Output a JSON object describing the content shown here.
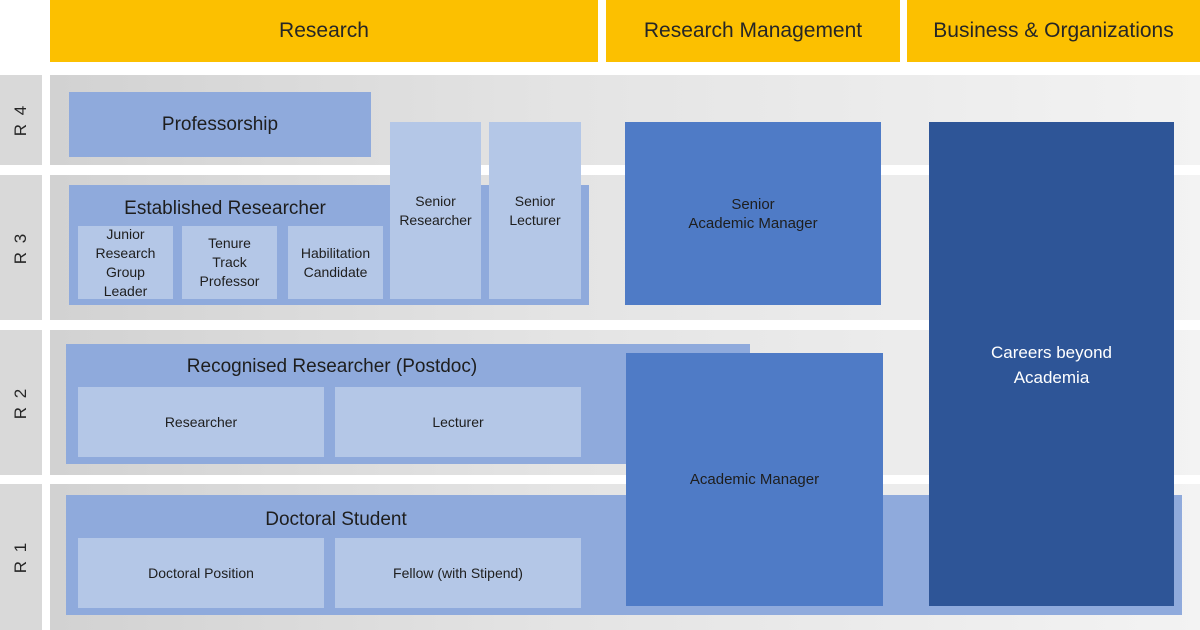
{
  "columns": {
    "research": "Research",
    "research_management": "Research Management",
    "business": "Business & Organizations"
  },
  "rows": {
    "r4": "R 4",
    "r3": "R 3",
    "r2": "R 2",
    "r1": "R 1"
  },
  "research": {
    "professorship": "Professorship",
    "established_researcher": "Established Researcher",
    "junior_group_leader": "Junior\nResearch\nGroup\nLeader",
    "tenure_track": "Tenure\nTrack\nProfessor",
    "habilitation": "Habilitation\nCandidate",
    "senior_researcher": "Senior\nResearcher",
    "senior_lecturer": "Senior\nLecturer",
    "recognised_researcher": "Recognised Researcher (Postdoc)",
    "researcher": "Researcher",
    "lecturer": "Lecturer",
    "doctoral_student": "Doctoral Student",
    "doctoral_position": "Doctoral Position",
    "fellow": "Fellow (with Stipend)"
  },
  "management": {
    "senior_academic_manager": "Senior\nAcademic Manager",
    "academic_manager": "Academic Manager"
  },
  "business": {
    "careers_beyond": "Careers beyond\nAcademia"
  },
  "colors": {
    "header_yellow": "#fcc000",
    "row_label_gray": "#d9d9d9",
    "mid_blue": "#8faadc",
    "light_blue": "#b4c7e7",
    "blue": "#4f7bc6",
    "dark_blue": "#2e5597"
  }
}
